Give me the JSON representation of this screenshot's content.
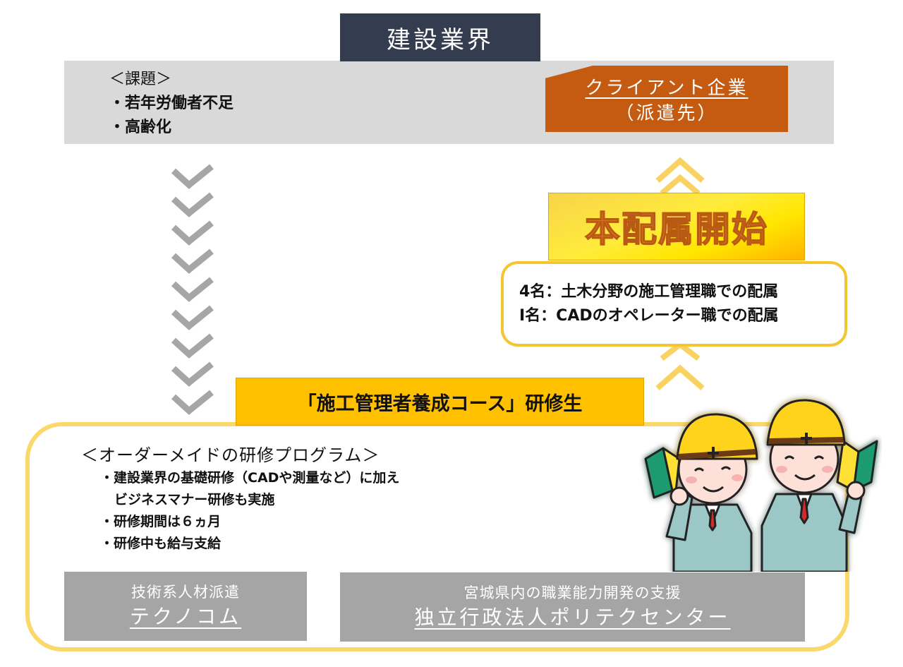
{
  "header": {
    "title": "建設業界"
  },
  "issues": {
    "heading": "＜課題＞",
    "items": [
      "・若年労働者不足",
      "・高齢化"
    ]
  },
  "client": {
    "name": "クライアント企業",
    "role": "（派遣先）"
  },
  "flow": {
    "down_chevron_count": 9,
    "up_chevron_groups": 2
  },
  "assignment": {
    "badge_label": "本配属開始",
    "lines": [
      "4名：土木分野の施工管理職での配属",
      "I名：CADのオペレーター職での配属"
    ]
  },
  "course": {
    "label": "「施工管理者養成コース」研修生"
  },
  "program": {
    "heading": "＜オーダーメイドの研修プログラム＞",
    "items": [
      {
        "text": "・建設業界の基礎研修（CADや測量など）に加え",
        "continuation": "ビジネスマナー研修も実施"
      },
      {
        "text": "・研修期間は６ヵ月"
      },
      {
        "text": "・研修中も給与支給"
      }
    ]
  },
  "organizations": [
    {
      "subtitle": "技術系人材派遣",
      "name": "テクノコム"
    },
    {
      "subtitle": "宮城県内の職業能力開発の支援",
      "name": "独立行政法人ポリテクセンター"
    }
  ],
  "illustration": {
    "description": "two-trainees-with-hard-hats-holding-beginner-marks"
  },
  "colors": {
    "title_bg": "#333d4f",
    "band_gray": "#d9d9d9",
    "client_orange": "#c55a11",
    "badge_yellow": "#ffe600",
    "badge_text": "#e8792b",
    "frame_yellow": "#fbd86a",
    "course_yellow": "#ffc000",
    "org_gray": "#a5a5a5",
    "chevron_gray": "#a6a6a6",
    "chevron_yellow": "#fad262"
  }
}
